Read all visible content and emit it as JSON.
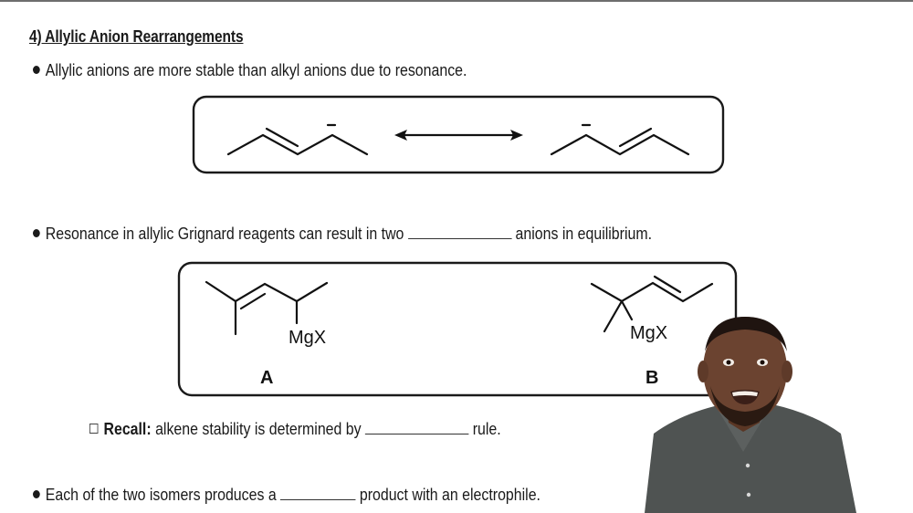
{
  "slide": {
    "title": "4) Allylic Anion Rearrangements",
    "bullets": [
      {
        "text": "Allylic anions are more stable than alkyl anions due to resonance."
      },
      {
        "text_before": "Resonance in allylic Grignard reagents can result in two",
        "blank": "____________",
        "text_after": "anions in equilibrium."
      },
      {
        "text_before": "Each of the two isomers produces a",
        "blank": "_________",
        "text_after": "product with an electrophile."
      }
    ],
    "recall": {
      "label": "Recall:",
      "text_before": "alkene stability is determined by",
      "blank": "____________",
      "text_after": "rule."
    }
  },
  "resonance_diagram": {
    "left_structure_charge": "−",
    "right_structure_charge": "−",
    "arrow": "resonance double-headed arrow"
  },
  "grignard_diagram": {
    "structure_a": {
      "substituent": "MgX",
      "label": "A"
    },
    "structure_b": {
      "substituent": "MgX",
      "label": "B"
    }
  },
  "colors": {
    "background": "#ffffff",
    "text": "#1a1a1a",
    "top_border": "#6e6e6e",
    "shirt": "#4f5352",
    "skin": "#6b4330"
  }
}
